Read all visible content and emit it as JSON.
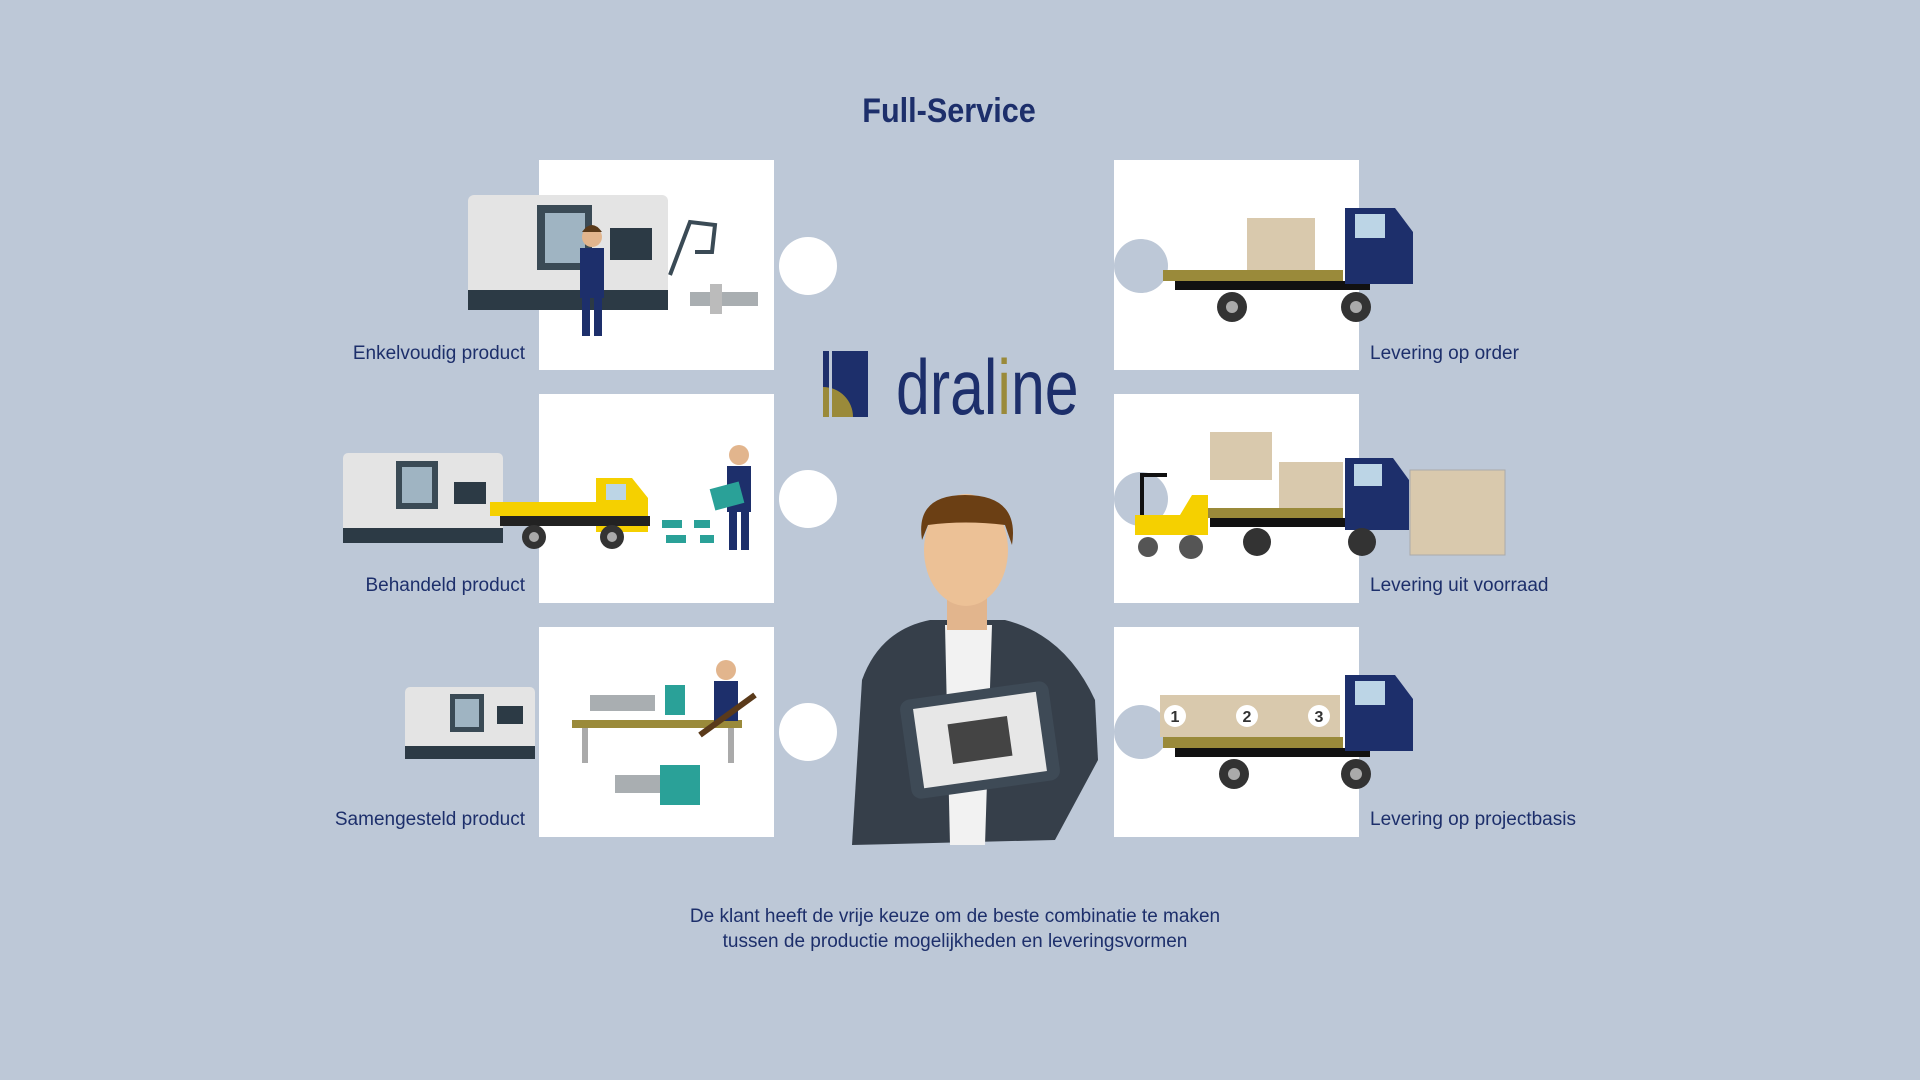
{
  "title": "Full-Service",
  "logo": {
    "text_a": "dral",
    "text_i": "i",
    "text_b": "ne",
    "colors": {
      "navy": "#1d2f6b",
      "gold": "#9a8a3a"
    }
  },
  "production": [
    {
      "label": "Enkelvoudig product"
    },
    {
      "label": "Behandeld product"
    },
    {
      "label": "Samengesteld product"
    }
  ],
  "delivery": [
    {
      "label": "Levering op order"
    },
    {
      "label": "Levering uit voorraad"
    },
    {
      "label": "Levering op projectbasis",
      "steps": [
        "1",
        "2",
        "3"
      ]
    }
  ],
  "footer": {
    "line1": "De klant heeft de vrije keuze om de beste combinatie te maken",
    "line2": "tussen de productie mogelijkheden en leveringsvormen"
  }
}
